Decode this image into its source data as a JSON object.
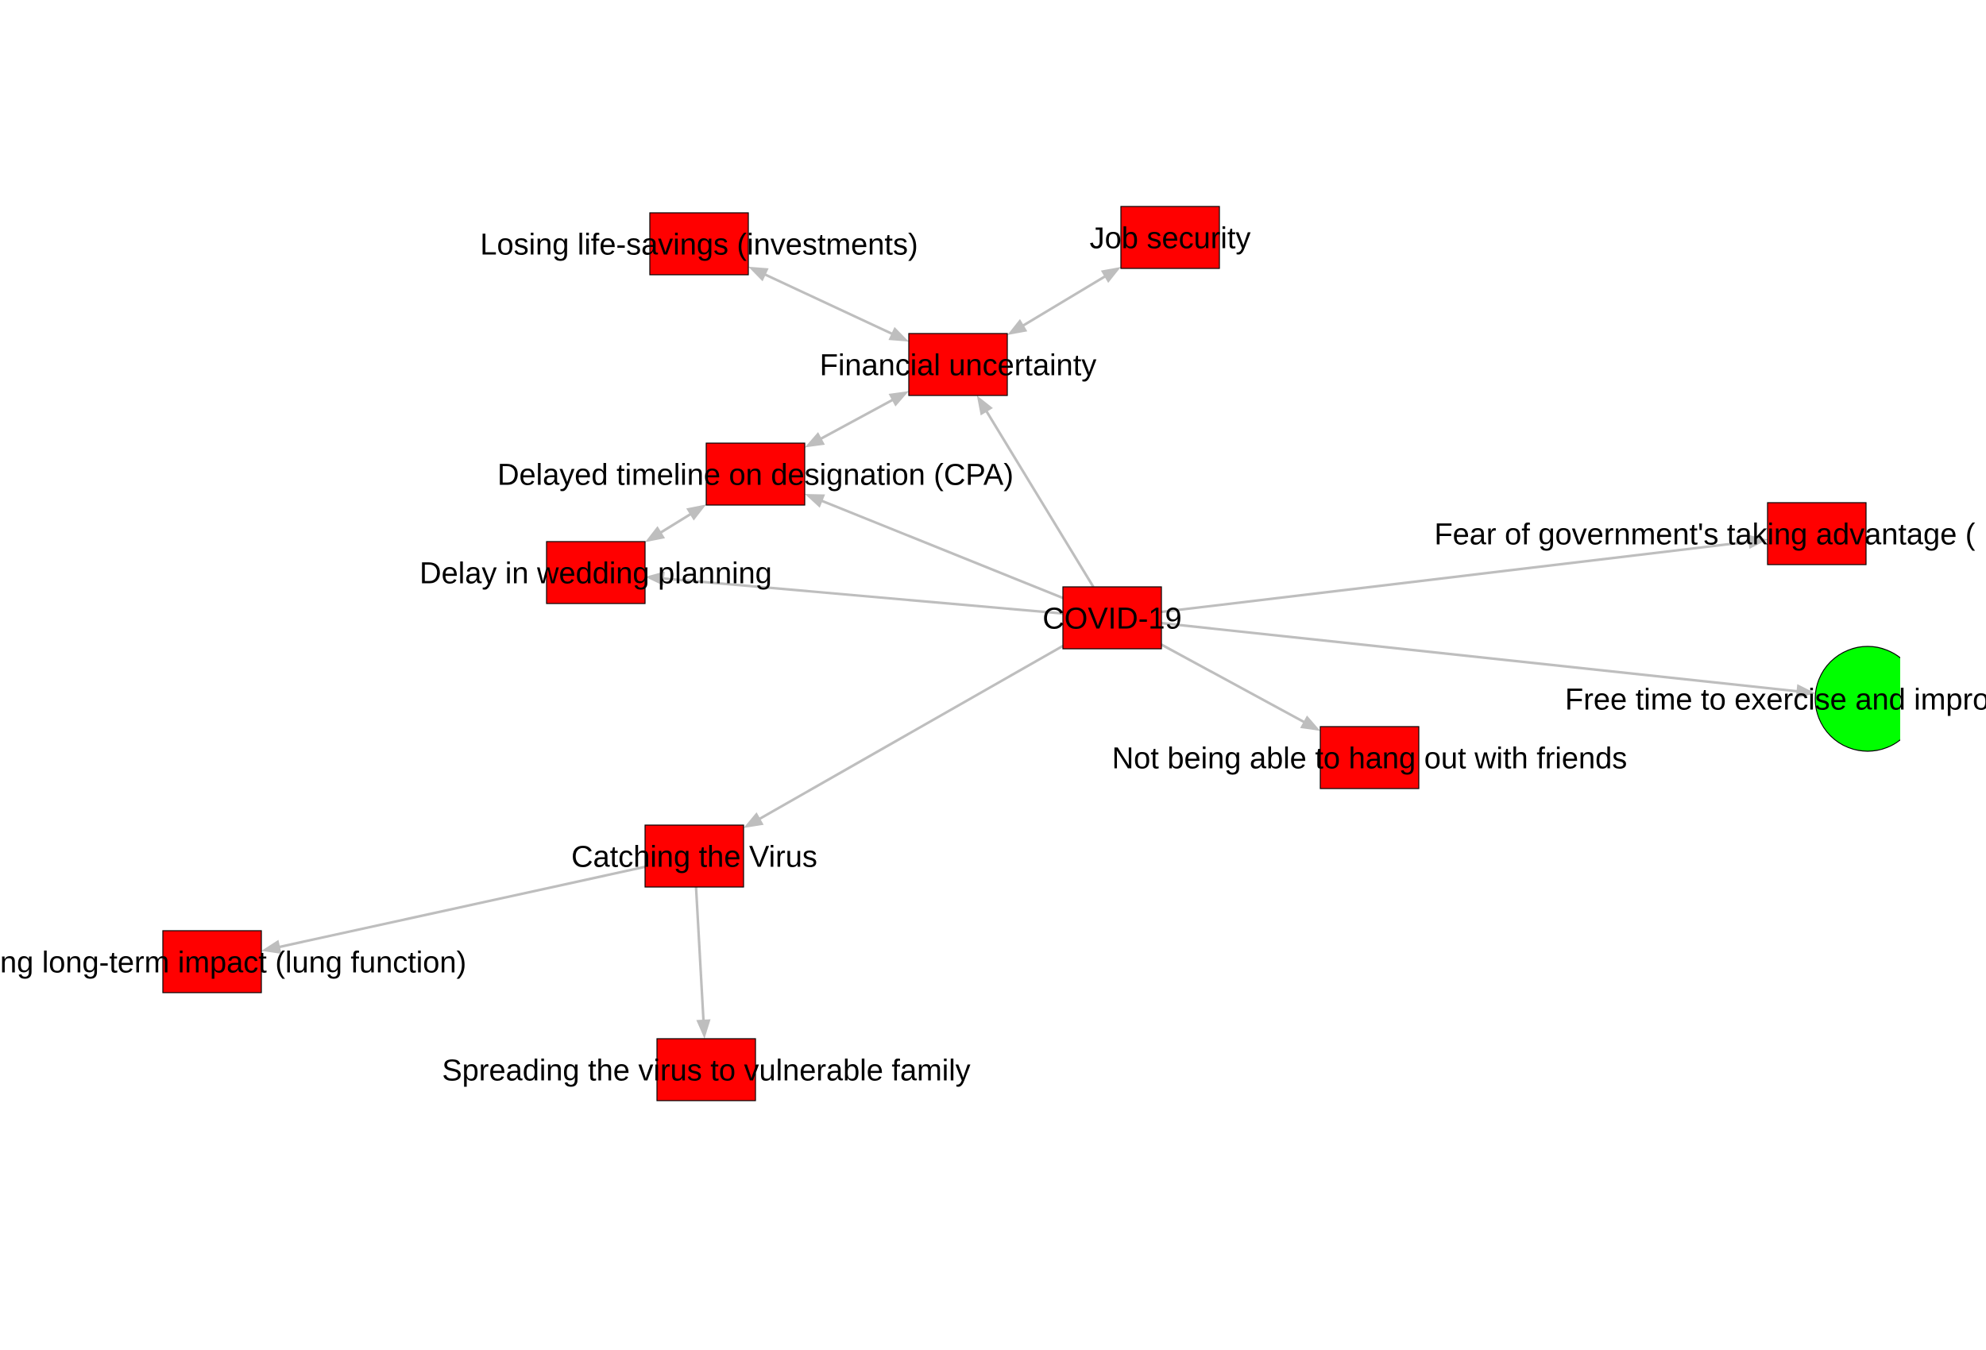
{
  "diagram": {
    "type": "directed-graph",
    "edge_color": "#bebebe",
    "nodes": [
      {
        "id": "covid",
        "label": "COVID-19",
        "shape": "rect",
        "fill": "#ff0000"
      },
      {
        "id": "financial",
        "label": "Financial uncertainty",
        "shape": "rect",
        "fill": "#ff0000"
      },
      {
        "id": "losing",
        "label": "Losing life-savings (investments)",
        "shape": "rect",
        "fill": "#ff0000"
      },
      {
        "id": "job",
        "label": "Job security",
        "shape": "rect",
        "fill": "#ff0000"
      },
      {
        "id": "cpa",
        "label": "Delayed timeline on designation (CPA)",
        "shape": "rect",
        "fill": "#ff0000"
      },
      {
        "id": "wedding",
        "label": "Delay in wedding planning",
        "shape": "rect",
        "fill": "#ff0000"
      },
      {
        "id": "fear",
        "label": "Fear of government's taking advantage (",
        "shape": "rect",
        "fill": "#ff0000"
      },
      {
        "id": "freetime",
        "label": "Free time to exercise and impro",
        "shape": "circle",
        "fill": "#00ff00"
      },
      {
        "id": "friends",
        "label": "Not being able to hang out with friends",
        "shape": "rect",
        "fill": "#ff0000"
      },
      {
        "id": "catching",
        "label": "Catching the Virus",
        "shape": "rect",
        "fill": "#ff0000"
      },
      {
        "id": "lung",
        "label": "ng long-term impact (lung function)",
        "shape": "rect",
        "fill": "#ff0000"
      },
      {
        "id": "spreading",
        "label": "Spreading the virus to vulnerable family",
        "shape": "rect",
        "fill": "#ff0000"
      }
    ],
    "edges": [
      {
        "from": "covid",
        "to": "financial",
        "bidirectional": false
      },
      {
        "from": "covid",
        "to": "cpa",
        "bidirectional": false
      },
      {
        "from": "covid",
        "to": "wedding",
        "bidirectional": false
      },
      {
        "from": "covid",
        "to": "fear",
        "bidirectional": false
      },
      {
        "from": "covid",
        "to": "freetime",
        "bidirectional": false
      },
      {
        "from": "covid",
        "to": "friends",
        "bidirectional": false
      },
      {
        "from": "covid",
        "to": "catching",
        "bidirectional": false
      },
      {
        "from": "catching",
        "to": "lung",
        "bidirectional": false
      },
      {
        "from": "catching",
        "to": "spreading",
        "bidirectional": false
      },
      {
        "from": "financial",
        "to": "losing",
        "bidirectional": true
      },
      {
        "from": "financial",
        "to": "job",
        "bidirectional": true
      },
      {
        "from": "financial",
        "to": "cpa",
        "bidirectional": true
      },
      {
        "from": "cpa",
        "to": "wedding",
        "bidirectional": true
      }
    ]
  }
}
